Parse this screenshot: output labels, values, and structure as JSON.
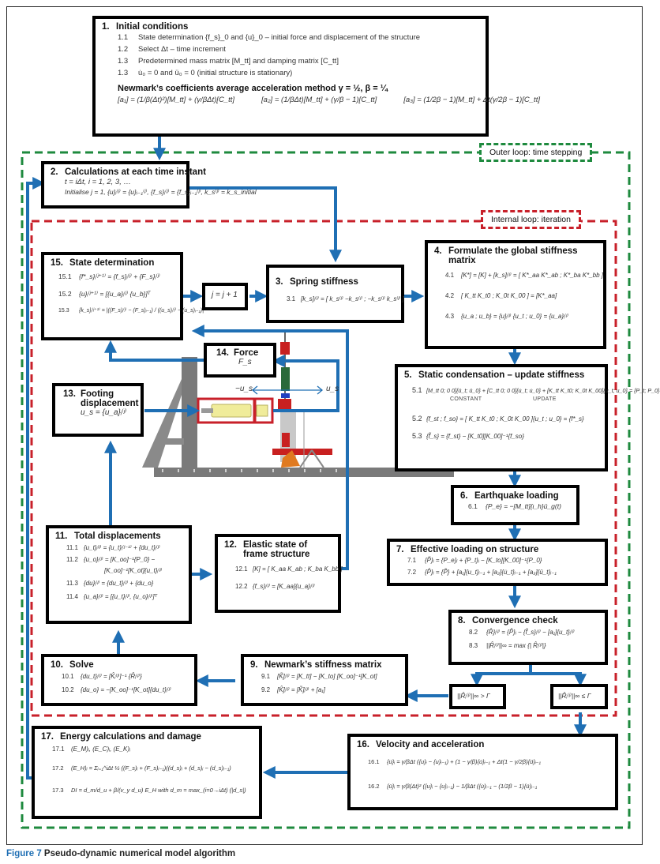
{
  "figure": {
    "caption_prefix": "Figure 7",
    "caption_text": " Pseudo-dynamic numerical model algorithm"
  },
  "loops": {
    "outer_label": "Outer loop: time stepping",
    "outer_color": "#1e8a3e",
    "inner_label": "Internal loop: iteration",
    "inner_color": "#c8202a",
    "arrow_color": "#1f6fb4"
  },
  "steps": {
    "s1": {
      "num": "1.",
      "title": "Initial conditions",
      "lines": [
        {
          "n": "1.1",
          "t": "State determination {f_s}_0  and {u}_0 – initial force and displacement of the structure"
        },
        {
          "n": "1.2",
          "t": "Select Δt – time increment"
        },
        {
          "n": "1.3",
          "t": "Predetermined mass matrix [M_tt] and damping matrix [C_tt]"
        },
        {
          "n": "1.3",
          "t": "u̇₀ = 0 and ü₀ = 0 (initial structure is stationary)"
        }
      ],
      "newmark_title": "Newmark’s coefficients average acceleration method γ = ½, β = ¼",
      "coefficients": [
        "[a₁] = (1/β(Δt)²)[M_tt] + (γ/βΔt)[C_tt]",
        "[a₂] = (1/βΔt)[M_tt] + (γ/β − 1)[C_tt]",
        "[a₃] = (1/2β − 1)[M_tt] + Δt(γ/2β − 1)[C_tt]"
      ]
    },
    "s2": {
      "num": "2.",
      "title": "Calculations at each time instant",
      "lines": [
        {
          "n": "",
          "t": "t = iΔt,                    i = 1, 2, 3, …"
        },
        {
          "n": "",
          "t": "Initialise j = 1, {u}ᵢ⁽ʲ⁾ = {u}ᵢ₋₁⁽ʲ⁾, {f_s}ᵢ⁽ʲ⁾ = {f_s}ᵢ₋₁⁽ʲ⁾, k_s⁽ʲ⁾ = k_s_initial"
        }
      ]
    },
    "s3": {
      "num": "3.",
      "title": "Spring stiffness",
      "lines": [
        {
          "n": "3.1",
          "t": "[k_s]ᵢ⁽ʲ⁾ = [ k_s⁽ʲ⁾  −k_s⁽ʲ⁾ ; −k_s⁽ʲ⁾  k_s⁽ʲ⁾ ]"
        }
      ]
    },
    "s4": {
      "num": "4.",
      "title": "Formulate the global stiffness matrix",
      "lines": [
        {
          "n": "4.1",
          "t": "[K*] = [K] + [k_s]ᵢ⁽ʲ⁾ = [ K*_aa  K*_ab ; K*_ba  K*_bb ]"
        },
        {
          "n": "4.2",
          "t": "[ K_tt  K_t0 ; K_0t  K_00 ] = [K*_aa]"
        },
        {
          "n": "4.3",
          "t": "{u_a ; u_b} = {u}ᵢ⁽ʲ⁾   {u_t ; u_0} = {u_a}ᵢ⁽ʲ⁾"
        }
      ]
    },
    "s5": {
      "num": "5.",
      "title": "Static condensation – update stiffness",
      "lines": [
        {
          "n": "5.1",
          "t": "[M_tt 0; 0 0]{ü_t; ü_0} + [C_tt 0; 0 0]{u̇_t; u̇_0} + [K_tt K_t0; K_0t K_00]{u_t; u_0} = {P_t; P_0}"
        },
        {
          "n": "5.2",
          "t": "{f_st ; f_so} = [ K_tt  K_t0 ; K_0t  K_00 ]{u_t ; u_0} = {f*_s}"
        },
        {
          "n": "5.3",
          "t": "{f̃_s} = {f_st} − [K_t0][K_00]⁻¹{f_so}"
        }
      ],
      "constant_label": "CONSTANT",
      "update_label": "UPDATE"
    },
    "s6": {
      "num": "6.",
      "title": "Earthquake loading",
      "lines": [
        {
          "n": "6.1",
          "t": "{P_e} = −[M_tt]{ι_h}ü_g(t)"
        }
      ]
    },
    "s7": {
      "num": "7.",
      "title": "Effective loading on structure",
      "lines": [
        {
          "n": "7.1",
          "t": "{P̃}ᵢ = {P_e}ᵢ + {P_t}ᵢ − [K_to][K_00]⁻¹{P_0}"
        },
        {
          "n": "7.2",
          "t": "{P̂}ᵢ = {P̃} + [a₁]{u_t}ᵢ₋₁ + [a₂]{u̇_t}ᵢ₋₁ + [a₃]{ü_t}ᵢ₋₁"
        }
      ]
    },
    "s8": {
      "num": "8.",
      "title": "Convergence check",
      "lines": [
        {
          "n": "8.2",
          "t": "{R̂}ᵢ⁽ʲ⁾ = {P̂}ᵢ − {f̃_s}ᵢ⁽ʲ⁾ − [a₁]{u_t}ᵢ⁽ʲ⁾"
        },
        {
          "n": "8.3",
          "t": "||R̂ᵢ⁽ʲ⁾||∞ = max {| R̂ᵢ⁽ʲ⁾|}"
        }
      ],
      "not_converged": "||R̂ᵢ⁽ʲ⁾||∞ > Γ",
      "converged": "||R̂ᵢ⁽ʲ⁾||∞ ≤ Γ"
    },
    "s9": {
      "num": "9.",
      "title": "Newmark’s stiffness matrix",
      "lines": [
        {
          "n": "9.1",
          "t": "[K̃]ᵢ⁽ʲ⁾ = [K_tt] − [K_to] [K_oo]⁻¹[K_ot]"
        },
        {
          "n": "9.2",
          "t": "[K̂]ᵢ⁽ʲ⁾ = [K̃]ᵢ⁽ʲ⁾ + [a₁]"
        }
      ]
    },
    "s10": {
      "num": "10.",
      "title": "Solve",
      "lines": [
        {
          "n": "10.1",
          "t": "{du_t}ᵢ⁽ʲ⁾ = [K̂ᵢ⁽ʲ⁾]⁻¹ {R̂ᵢ⁽ʲ⁾}"
        },
        {
          "n": "10.2",
          "t": "{du_o} = −[K_oo]⁻¹[K_ot]{du_t}ᵢ⁽ʲ⁾"
        }
      ]
    },
    "s11": {
      "num": "11.",
      "title": "Total displacements",
      "lines": [
        {
          "n": "11.1",
          "t": "{u_t}ᵢ⁽ʲ⁾ = {u_t}ᵢ⁽ʲ⁻¹⁾ + {du_t}ᵢ⁽ʲ⁾"
        },
        {
          "n": "11.2",
          "t": "{u_o}ᵢ⁽ʲ⁾ = [K_oo]⁻¹{P_0} −"
        },
        {
          "n": "",
          "t": "[K_oo]⁻¹[K_ot]{u_t}ᵢ⁽ʲ⁾"
        },
        {
          "n": "11.3",
          "t": "{du}ᵢ⁽ʲ⁾ = {du_t}ᵢ⁽ʲ⁾ + {du_o}"
        },
        {
          "n": "11.4",
          "t": "{u_a}ᵢ⁽ʲ⁾ = [{u_t}ᵢ⁽ʲ⁾, {u_o}ᵢ⁽ʲ⁾]ᵀ"
        }
      ]
    },
    "s12": {
      "num": "12.",
      "title": "Elastic state of",
      "title2": "frame structure",
      "lines": [
        {
          "n": "12.1",
          "t": "[K] = [ K_aa  K_ab ; K_ba  K_bb ]"
        },
        {
          "n": "12.2",
          "t": "{f_s}ᵢ⁽ʲ⁾ = [K_aa]{u_a}ᵢ⁽ʲ⁾"
        }
      ]
    },
    "s13": {
      "num": "13.",
      "title": "Footing",
      "title2": "displacement",
      "lines": [
        {
          "n": "",
          "t": "u_s = {u_a}ᵢ⁽ʲ⁾"
        }
      ]
    },
    "s14": {
      "num": "14.",
      "title": "Force",
      "lines": [
        {
          "n": "",
          "t": "F_s"
        }
      ]
    },
    "s15": {
      "num": "15.",
      "title": "State determination",
      "lines": [
        {
          "n": "15.1",
          "t": "{f*_s}ᵢ⁽ʲ⁺¹⁾ = {f_s}ᵢ⁽ʲ⁾ + {F_s}ᵢ⁽ʲ⁾"
        },
        {
          "n": "15.2",
          "t": "{u}ᵢ⁽ʲ⁺¹⁾ = [{u_a}ᵢ⁽ʲ⁾   {u_b}]ᵀ"
        },
        {
          "n": "15.3",
          "t": "{k_s}ᵢ⁽ʲ⁺¹⁾ = |((F_s)ᵢ⁽ʲ⁾ − (F_s)ᵢ₋₁) / ((u_s)ᵢ⁽ʲ⁾ − (u_s)ᵢ₋₁)|"
        }
      ]
    },
    "s16": {
      "num": "16.",
      "title": "Velocity and acceleration",
      "lines": [
        {
          "n": "16.1",
          "t": "{u̇}ᵢ = γ/βΔt ({u}ᵢ − {u}ᵢ₋₁) + (1 − γ/β){u̇}ᵢ₋₁ + Δt(1 − γ/2β){ü}ᵢ₋₁"
        },
        {
          "n": "16.2",
          "t": "{ü}ᵢ = γ/β(Δt)² ({u}ᵢ − {u}ᵢ₋₁) − 1/βΔt ({u̇}ᵢ₋₁ − (1/2β − 1){ü}ᵢ₋₁"
        }
      ]
    },
    "s17": {
      "num": "17.",
      "title": "Energy calculations and damage",
      "lines": [
        {
          "n": "17.1",
          "t": "(E_M)ᵢ, (E_C)ᵢ, (E_K)ᵢ"
        },
        {
          "n": "17.2",
          "t": "(E_H)ᵢ = Σᵢ₌₁^iΔt ½ ((F_s)ᵢ + (F_s)ᵢ₋₁)((d_s)ᵢ + (d_s)ᵢ − (d_s)ᵢ₋₁)"
        },
        {
          "n": "17.3",
          "t": "DI = d_m/d_u + β/(v_y d_u) E_H   with d_m = max_(i=0→iΔt) (|d_s|)"
        }
      ]
    },
    "iter": {
      "label": "j = j + 1"
    }
  },
  "illustration": {
    "neg_us": "−u_s",
    "pos_us": "u_s"
  }
}
